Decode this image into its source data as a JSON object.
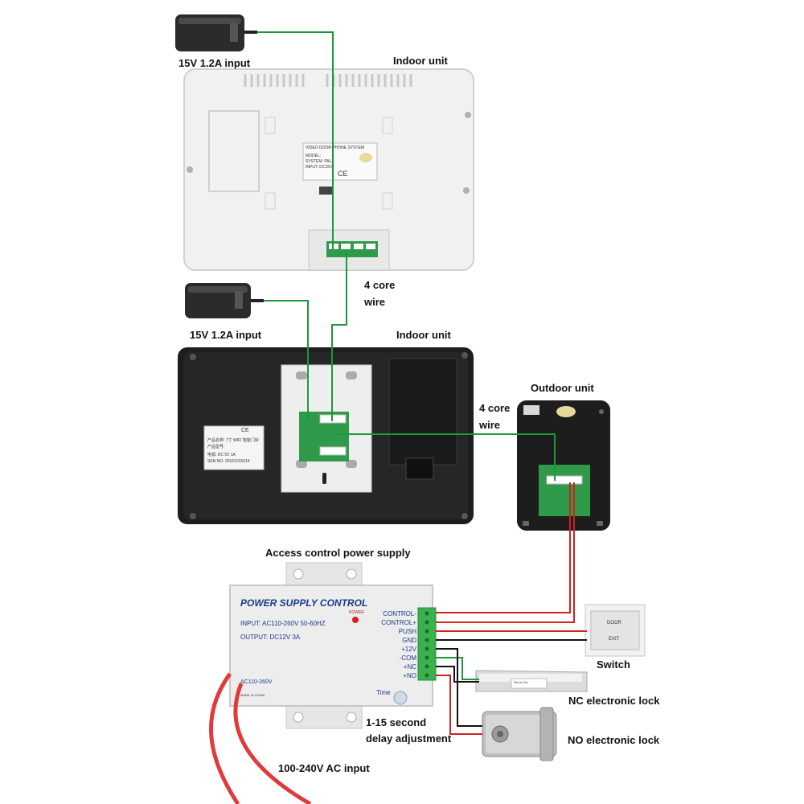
{
  "labels": {
    "top_adapter_input": "15V 1.2A input",
    "indoor_unit_1": "Indoor unit",
    "wire_1_line1": "4 core",
    "wire_1_line2": "wire",
    "mid_adapter_input": "15V 1.2A input",
    "indoor_unit_2": "Indoor unit",
    "outdoor_unit": "Outdoor unit",
    "wire_2_line1": "4 core",
    "wire_2_line2": "wire",
    "access_power_supply": "Access control power supply",
    "switch": "Switch",
    "nc_lock": "NC electronic lock",
    "no_lock": "NO electronic lock",
    "delay_line1": "1-15 second",
    "delay_line2": "delay adjustment",
    "ac_input": "100-240V AC input"
  },
  "indoor_unit_1_sticker": {
    "title": "VIDEO DOOR PHONE SYSTEM",
    "row1": "MODEL:",
    "row2": "SYSTEM: PAL",
    "row3": "INPUT: DC15V",
    "marks": "CE"
  },
  "indoor_unit_2_sticker": {
    "line1": "产品名称: 7寸 WIFI 智能门铃",
    "line2": "产品型号:",
    "line3": "电源:     DC  5V  1A",
    "line4": "SEN NO: 20161015014",
    "marks": "CE"
  },
  "power_box": {
    "title": "POWER SUPPLY CONTROL",
    "input": "INPUT: AC110-260V 50-60HZ",
    "output": "OUTPUT: DC12V  3A",
    "power_led": "POWER",
    "ac_label": "AC110-260V",
    "made_in": "MADE IN CHINA",
    "time_label": "Time",
    "terminals": [
      "CONTROL-",
      "CONTROL+",
      "PUSH",
      "GND",
      "+12V",
      "-COM",
      "+NC",
      "+NO"
    ]
  },
  "exit_button": {
    "line1": "DOOR",
    "line2": "EXIT"
  },
  "nc_lock_plate": "Sirrus Tec",
  "colors": {
    "green_wire": "#1a9a3a",
    "red_wire": "#d32020",
    "black_wire": "#111111",
    "red_cable": "#e03a3a"
  }
}
